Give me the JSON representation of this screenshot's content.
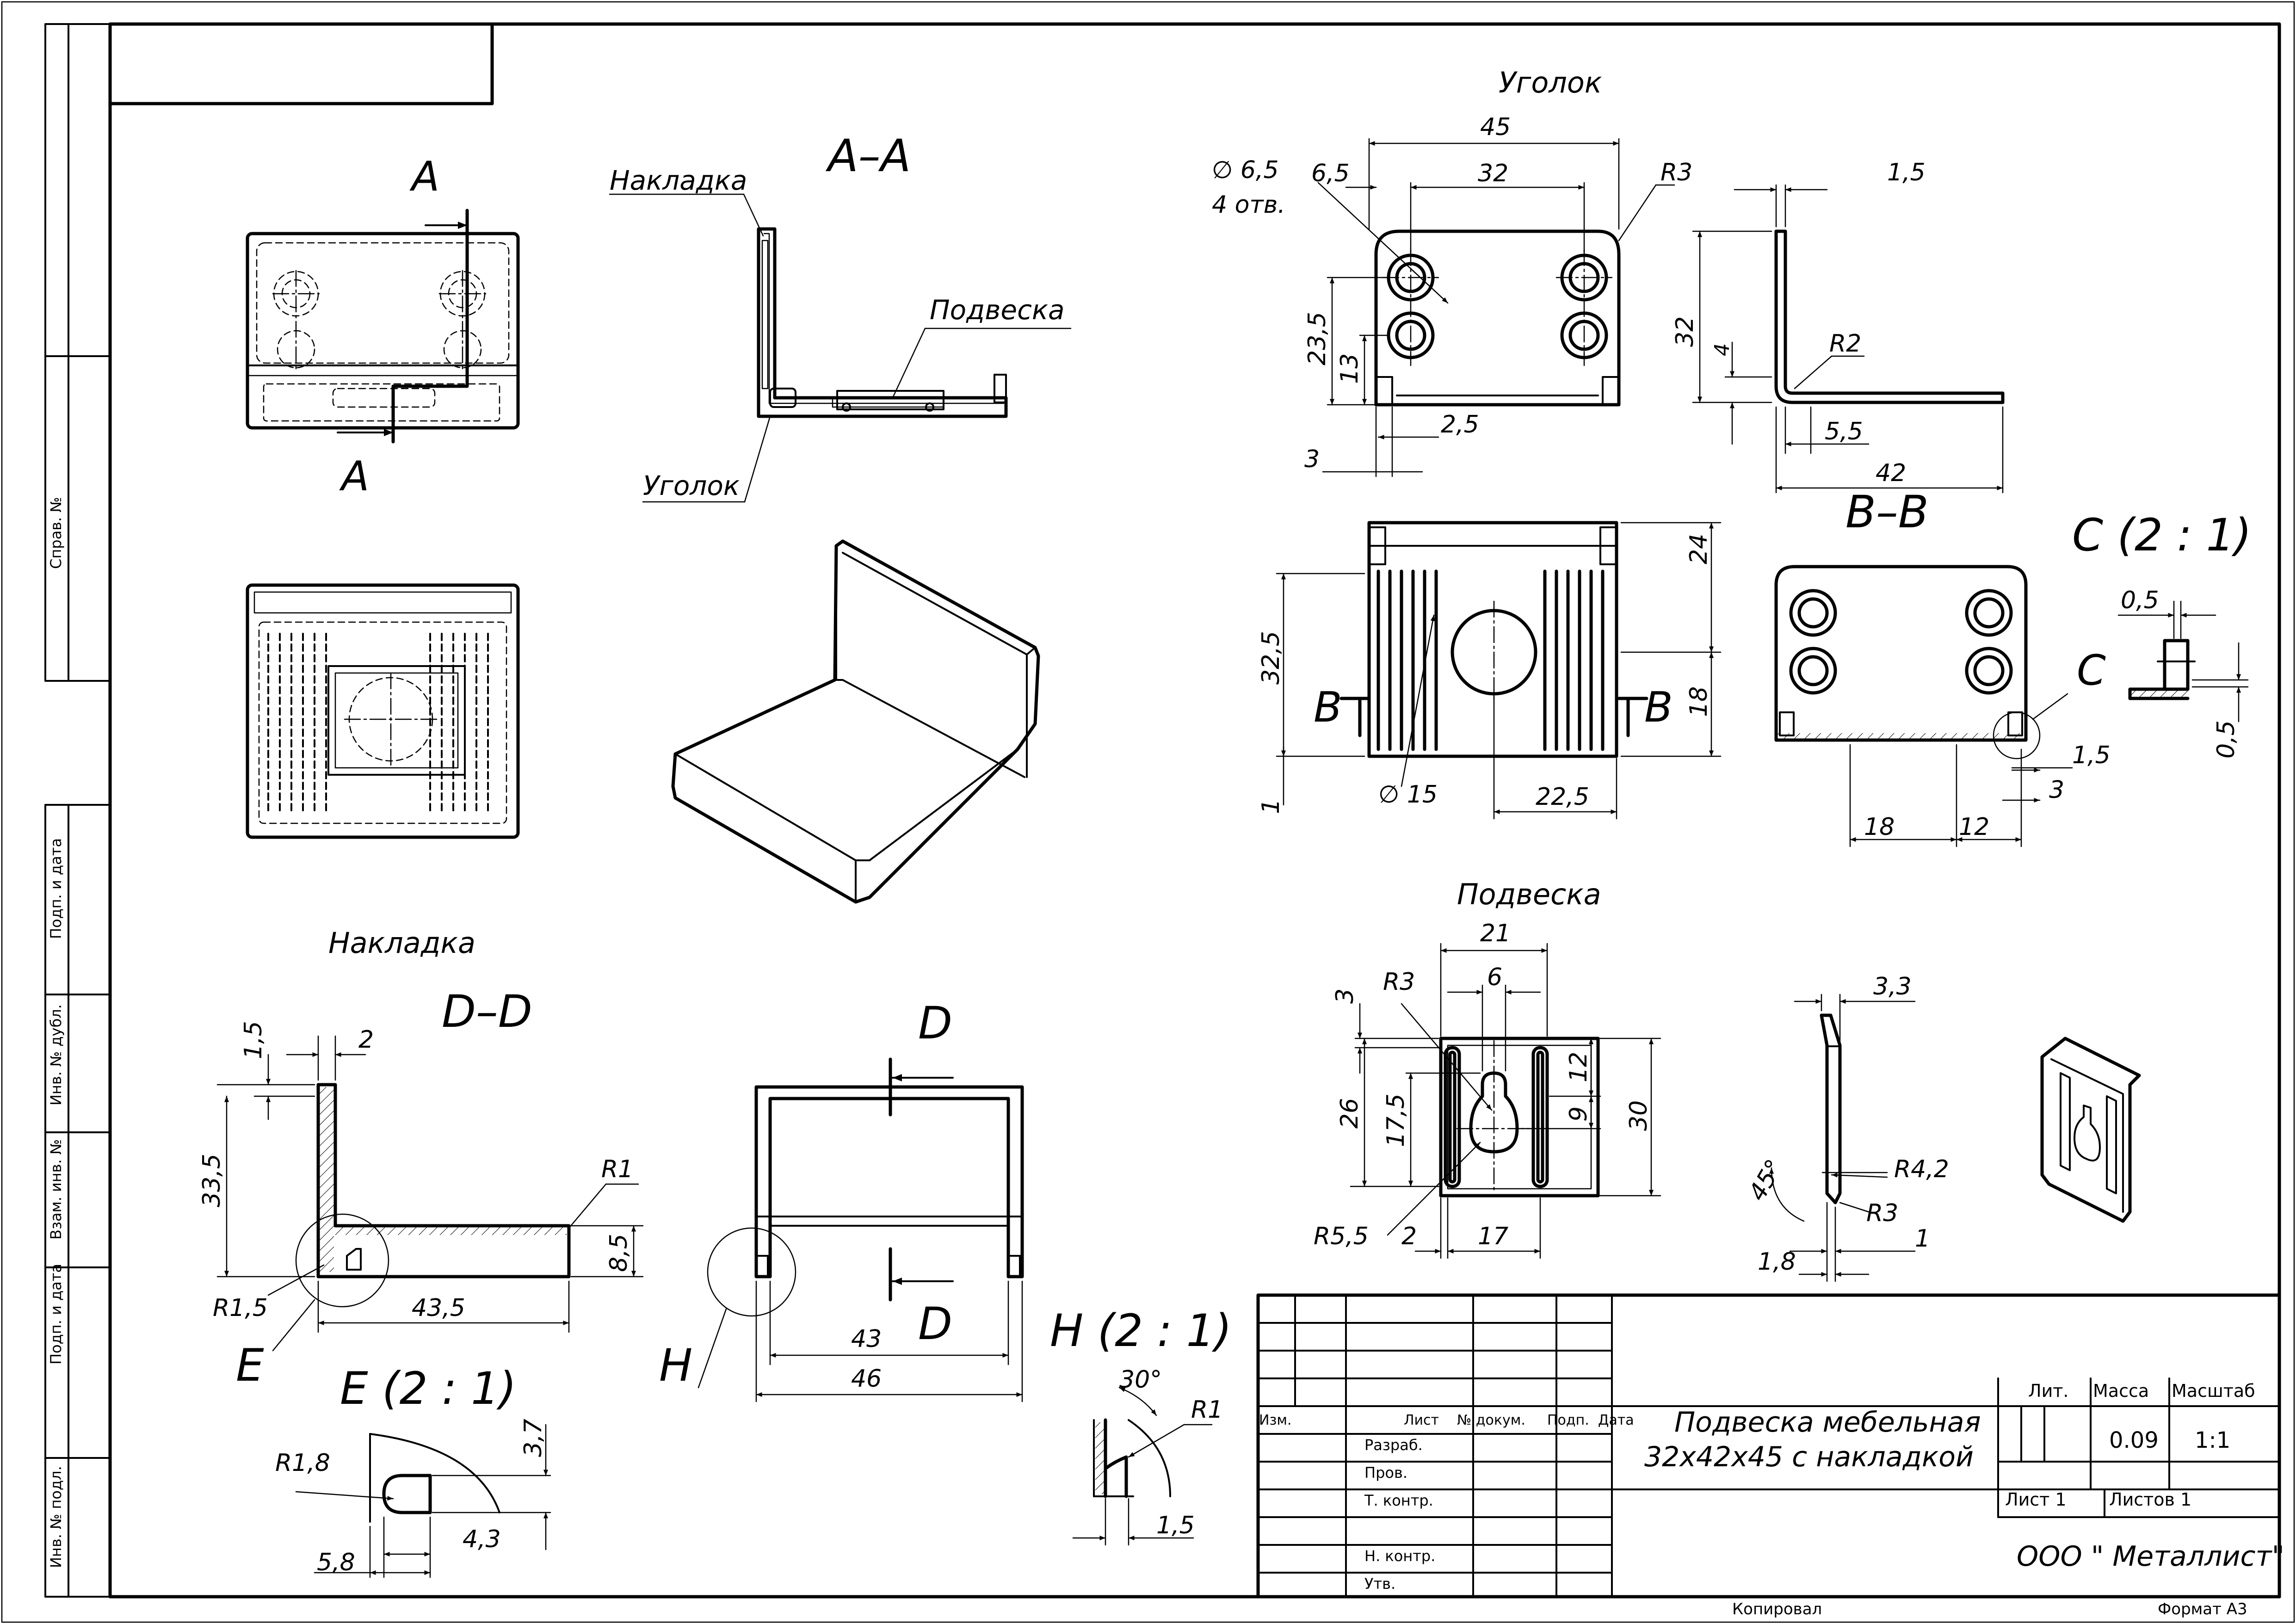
{
  "sidebar": {
    "sprav": "Справ. №",
    "podp_data_1": "Подп. и дата",
    "inv_dubl": "Инв. № дубл.",
    "vzam_inv": "Взам. инв. №",
    "podp_data_2": "Подп. и дата",
    "inv_podl": "Инв. № подл."
  },
  "views": {
    "section_aa_letter": "A",
    "section_aa_title": "A–A",
    "label_nakladka": "Накладка",
    "label_podveska": "Подвеска",
    "label_ugolok": "Уголок",
    "ugolok_title": "Уголок",
    "section_bb_title": "B–B",
    "section_bb_letter": "B",
    "detail_c_title": "C (2 : 1)",
    "detail_c_letter": "C",
    "nakladka_title": "Накладка",
    "section_dd_title": "D–D",
    "section_dd_letter": "D",
    "detail_e_title": "E (2 : 1)",
    "detail_e_letter": "E",
    "detail_h_title": "H (2 : 1)",
    "detail_h_letter": "H",
    "podveska_title": "Подвеска"
  },
  "dims": {
    "d45": "45",
    "d6_5": "6,5",
    "d32": "32",
    "r3": "R3",
    "hole_dia": "∅ 6,5",
    "hole_count": "4 отв.",
    "d23_5": "23,5",
    "d13": "13",
    "d2_5": "2,5",
    "d3": "3",
    "d1_5": "1,5",
    "d32v": "32",
    "d4": "4",
    "r2": "R2",
    "d5_5": "5,5",
    "d42": "42",
    "d24": "24",
    "d32_5": "32,5",
    "d18": "18",
    "d1": "1",
    "d15": "∅ 15",
    "d22_5": "22,5",
    "c_05a": "0,5",
    "c_05b": "0,5",
    "c_15": "1,5",
    "c_3": "3",
    "c_18": "18",
    "c_12": "12",
    "dd_15": "1,5",
    "dd_2": "2",
    "dd_33_5": "33,5",
    "dd_r1": "R1",
    "dd_8_5": "8,5",
    "dd_r1_5": "R1,5",
    "dd_43_5": "43,5",
    "front_43": "43",
    "front_46": "46",
    "e_r1_8": "R1,8",
    "e_3_7": "3,7",
    "e_4_3": "4,3",
    "e_5_8": "5,8",
    "h_30": "30°",
    "h_r1": "R1",
    "h_1_5": "1,5",
    "p_21": "21",
    "p_6": "6",
    "p_r3": "R3",
    "p_3": "3",
    "p_26": "26",
    "p_17_5": "17,5",
    "p_12": "12",
    "p_30": "30",
    "p_9": "9",
    "p_r5_5": "R5,5",
    "p_2": "2",
    "p_17": "17",
    "p_3_3": "3,3",
    "p_45": "45°",
    "p_r4_2": "R4,2",
    "p_r3b": "R3",
    "p_1_8": "1,8",
    "p_1": "1"
  },
  "title_block": {
    "designation": "Подвеска мебельная",
    "designation_line2": "32x42x45 с накладкой",
    "lit_header": "Лит.",
    "mass_header": "Масса",
    "scale_header": "Масштаб",
    "mass_value": "0.09",
    "scale_value": "1:1",
    "sheet": "Лист 1",
    "sheets": "Листов 1",
    "company": "ООО \" Металлист\"",
    "rev_izm": "Изм.",
    "rev_list": "Лист",
    "rev_doc": "№ докум.",
    "rev_sign": "Подп.",
    "rev_date": "Дата",
    "razrab": "Разраб.",
    "prov": "Пров.",
    "tkontr": "Т. контр.",
    "nkontr": "Н. контр.",
    "utv": "Утв.",
    "copied": "Копировал",
    "format": "Формат A3"
  }
}
